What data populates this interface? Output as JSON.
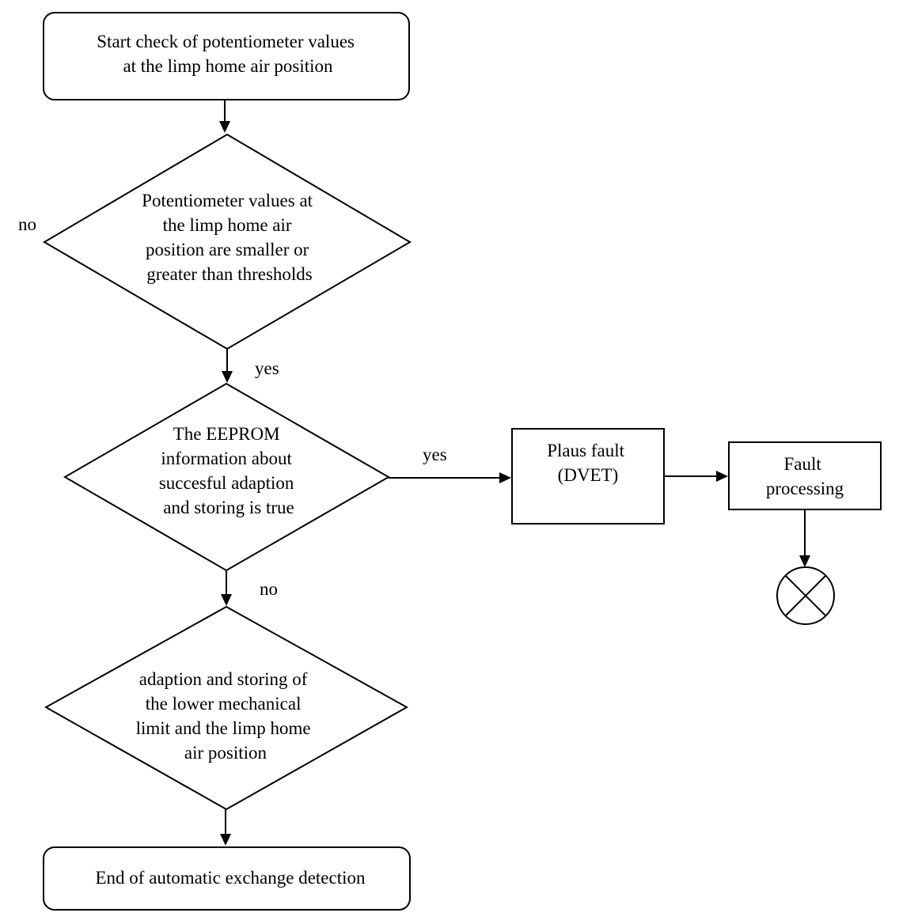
{
  "nodes": {
    "start": {
      "lines": [
        "Start check of potentiometer values",
        "at the limp home air position"
      ]
    },
    "decision_thresholds": {
      "lines": [
        "Potentiometer values at",
        "the limp home air",
        "position are smaller or",
        "greater than thresholds"
      ]
    },
    "decision_eeprom": {
      "lines": [
        "The EEPROM",
        "information about",
        "succesful adaption",
        "and storing is true"
      ]
    },
    "adaption": {
      "lines": [
        "adaption and storing of",
        "the lower mechanical",
        "limit and the limp home",
        "air position"
      ]
    },
    "end": {
      "lines": [
        "End of automatic exchange detection"
      ]
    },
    "plaus_fault": {
      "lines": [
        "Plaus fault",
        "(DVET)"
      ]
    },
    "fault_processing": {
      "lines": [
        "Fault",
        "processing"
      ]
    }
  },
  "edge_labels": {
    "thresholds_no": "no",
    "thresholds_yes": "yes",
    "eeprom_yes": "yes",
    "eeprom_no": "no"
  }
}
